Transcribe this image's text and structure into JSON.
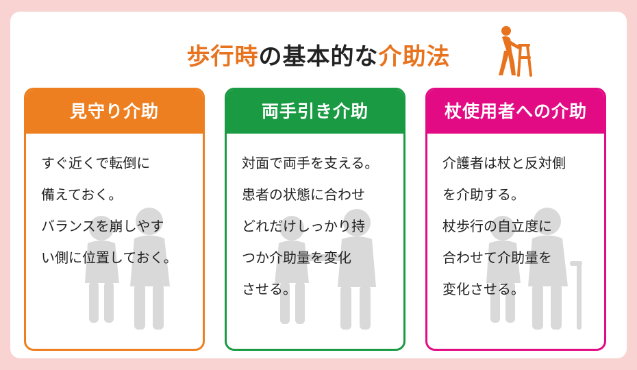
{
  "title": {
    "part1": "歩行時",
    "part2": "の基本的な",
    "part3": "介助法"
  },
  "icon": "elderly-walker-icon",
  "colors": {
    "background": "#f8d3d2",
    "accent": "#e8731e",
    "card1": "#ee7f20",
    "card2": "#1a9a43",
    "card3": "#e20b84"
  },
  "cards": [
    {
      "heading": "見守り介助",
      "lines": [
        "すぐ近くで転倒に",
        "備えておく。",
        "バランスを崩しやす",
        "い側に位置しておく。"
      ]
    },
    {
      "heading": "両手引き介助",
      "lines": [
        "対面で両手を支える。",
        "患者の状態に合わせ",
        "どれだけしっかり持",
        "つか介助量を変化",
        "させる。"
      ]
    },
    {
      "heading": "杖使用者への介助",
      "lines": [
        "介護者は杖と反対側",
        "を介助する。",
        "杖歩行の自立度に",
        "合わせて介助量を",
        "変化させる。"
      ]
    }
  ]
}
